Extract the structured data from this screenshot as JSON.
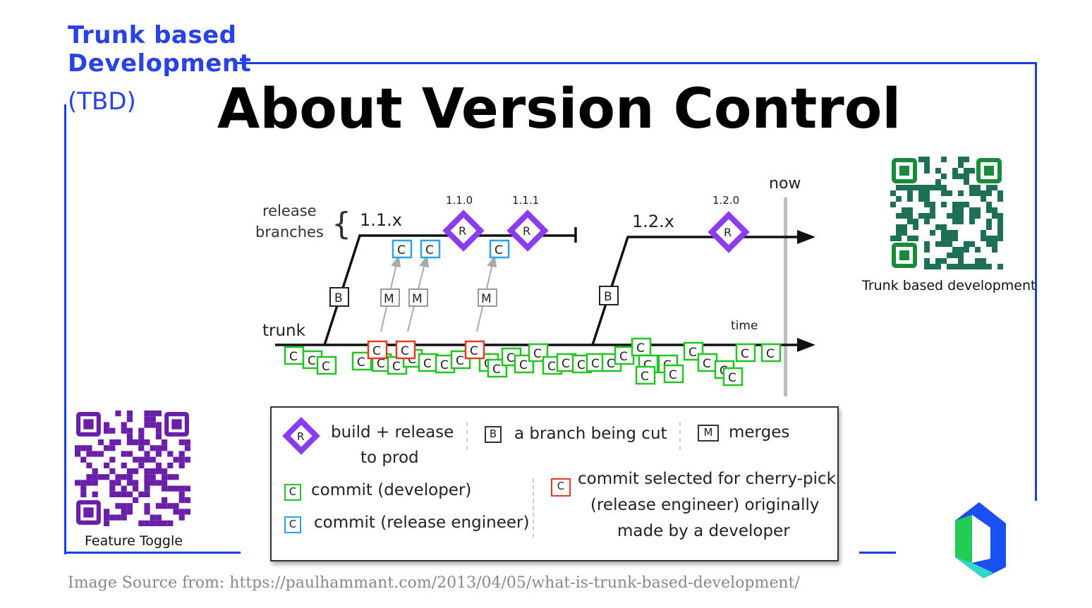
{
  "header": {
    "title_line1": "Trunk based",
    "title_line2": "Development",
    "title_abbr": "(TBD)",
    "main_title": "About Version Control"
  },
  "diagram": {
    "release_branches_label_1": "release",
    "release_branches_label_2": "branches",
    "branch_1_label": "1.1.x",
    "branch_2_label": "1.2.x",
    "release_versions": [
      "1.1.0",
      "1.1.1",
      "1.2.0"
    ],
    "now_label": "now",
    "trunk_label": "trunk",
    "time_label": "time",
    "release_marker": "R",
    "branch_marker": "B",
    "merge_marker": "M",
    "commit_marker": "C"
  },
  "legend": {
    "build_release_1": "build + release",
    "build_release_2": "to prod",
    "branch_cut": "a branch being cut",
    "merges": "merges",
    "commit_developer": "commit (developer)",
    "commit_release_engineer": "commit (release engineer)",
    "cherry_pick_1": "commit selected for cherry-pick",
    "cherry_pick_2": "(release engineer) originally",
    "cherry_pick_3": "made by a developer",
    "marker_r": "R",
    "marker_b": "B",
    "marker_m": "M",
    "marker_c": "C"
  },
  "qr_codes": {
    "right_caption": "Trunk based development",
    "left_caption": "Feature Toggle"
  },
  "footer": {
    "source": "Image Source from: https://paulhammant.com/2013/04/05/what-is-trunk-based-development/"
  },
  "colors": {
    "frame_blue": "#1a3fe0",
    "title_blue": "#2742e6",
    "release_purple": "#8a3df0",
    "commit_green": "#22c322",
    "commit_blue": "#2aa3e8",
    "cherry_red": "#e53a26",
    "qr_green": "#1a8a3a",
    "qr_purple": "#6a1fa8"
  },
  "icons": {
    "logo": "brand-logo-icon",
    "qr_right": "qr-code-icon",
    "qr_left": "qr-code-icon"
  }
}
